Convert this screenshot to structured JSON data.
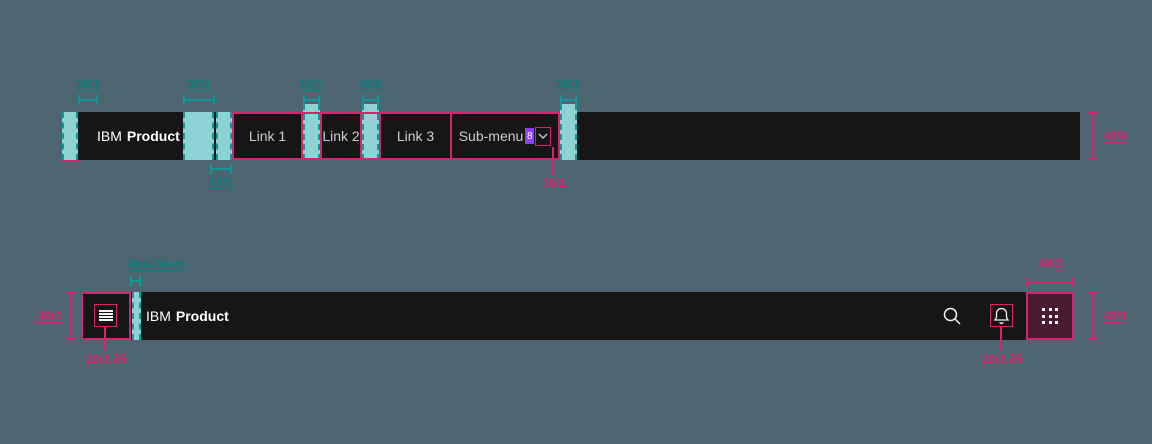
{
  "colors": {
    "background": "#4d6570",
    "bar": "#161616",
    "teal_fill": "#8ed2d4",
    "teal_line": "#0e9898",
    "teal_text": "#0b7d7d",
    "pink": "#d6246c",
    "purple_badge": "#8a3ffc",
    "appswitcher_fill": "#4b1b31",
    "bar_text": "#ffffff",
    "link_text": "#c9cdd2"
  },
  "top_bar": {
    "brand_prefix": "IBM",
    "brand_name": "Product",
    "links": [
      {
        "label": "Link 1"
      },
      {
        "label": "Link 2"
      },
      {
        "label": "Link 3"
      }
    ],
    "submenu": {
      "label": "Sub-menu",
      "badge": "8"
    },
    "annotations_above": [
      {
        "label": "16/1"
      },
      {
        "label": "32/2"
      },
      {
        "label": "16/1"
      },
      {
        "label": "16/1"
      },
      {
        "label": "16/1"
      }
    ],
    "annotation_below": {
      "label": "16/1"
    },
    "chevron_gap": {
      "label": "16/1"
    },
    "height_label": "48/3"
  },
  "bottom_bar": {
    "brand_prefix": "IBM",
    "brand_name": "Product",
    "height_label_left": "48/3",
    "height_label_right": "48/3",
    "hamburger_label": "20/1.25",
    "gap_label": "8px/.5rem",
    "bell_label": "20/1.25",
    "appswitcher_label": "48/3"
  }
}
